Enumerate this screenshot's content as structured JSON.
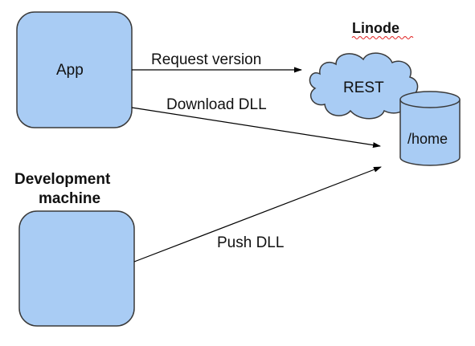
{
  "nodes": {
    "app": {
      "label": "App"
    },
    "linode": {
      "title": "Linode"
    },
    "rest": {
      "label": "REST"
    },
    "home": {
      "label": "/home"
    },
    "dev": {
      "title_line1": "Development",
      "title_line2": "machine"
    }
  },
  "edges": {
    "request_version": "Request version",
    "download_dll": "Download DLL",
    "push_dll": "Push DLL"
  },
  "colors": {
    "node_fill": "#a9ccf4",
    "node_stroke": "#3a3a3a",
    "edge": "#000000",
    "spellcheck_underline": "#e02020"
  }
}
